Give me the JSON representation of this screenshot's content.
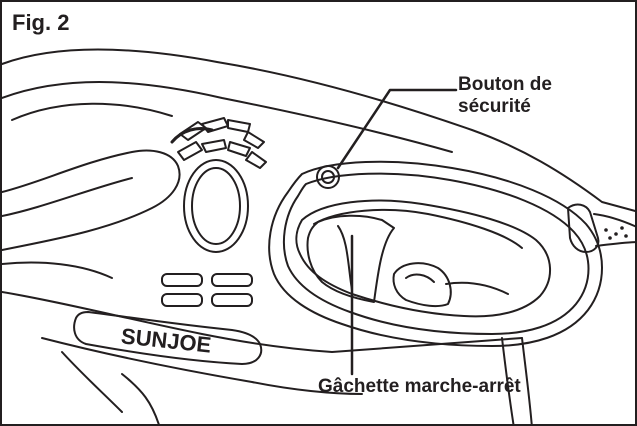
{
  "figure": {
    "label": "Fig. 2"
  },
  "callouts": {
    "safety_button": {
      "line1": "Bouton de",
      "line2": "sécurité"
    },
    "trigger": {
      "text": "Gâchette marche-arrêt"
    }
  },
  "tool": {
    "brand_logo": "SUNJOE"
  },
  "colors": {
    "ink": "#231f20",
    "background": "#ffffff"
  }
}
